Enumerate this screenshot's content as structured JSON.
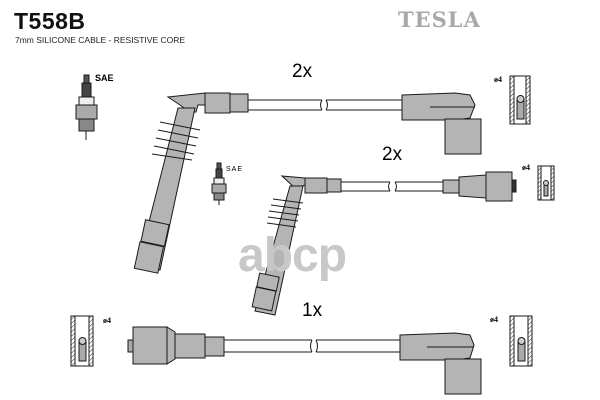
{
  "header": {
    "part_number": "T558B",
    "description": "7mm SILICONE CABLE - RESISTIVE CORE",
    "brand": "TESLA"
  },
  "cables": [
    {
      "quantity": "2x",
      "terminal_diameter": "ø4",
      "spark_plug_label": "SAE"
    },
    {
      "quantity": "2x",
      "terminal_diameter": "ø4",
      "spark_plug_label": "SAE"
    },
    {
      "quantity": "1x",
      "terminal_diameter_left": "ø4",
      "terminal_diameter_right": "ø4"
    }
  ],
  "watermark": "abcp",
  "colors": {
    "boot_fill": "#b4b4b4",
    "outline": "#1a1a1a",
    "brand_gray": "#a8a8a8"
  }
}
